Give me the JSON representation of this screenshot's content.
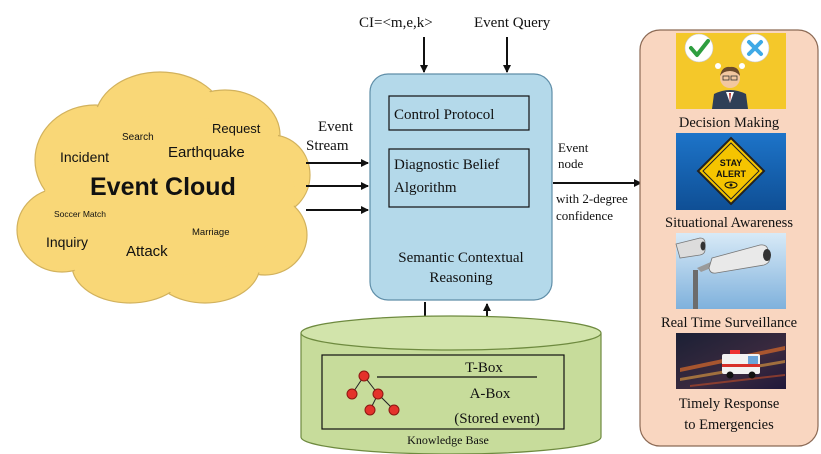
{
  "inputs": {
    "ci_label": "CI=<m,e,k>",
    "query_label": "Event Query"
  },
  "cloud": {
    "title": "Event Cloud",
    "words": {
      "search": "Search",
      "request": "Request",
      "incident": "Incident",
      "earthquake": "Earthquake",
      "soccer": "Soccer Match",
      "marriage": "Marriage",
      "inquiry": "Inquiry",
      "attack": "Attack"
    }
  },
  "stream": {
    "line1": "Event",
    "line2": "Stream"
  },
  "reasoner": {
    "control_protocol": "Control Protocol",
    "dba_line1": "Diagnostic Belief",
    "dba_line2": "Algorithm",
    "footer_line1": "Semantic Contextual",
    "footer_line2": "Reasoning"
  },
  "output": {
    "node_line1": "Event",
    "node_line2": "node",
    "conf_line1": "with 2-degree",
    "conf_line2": "confidence"
  },
  "knowledge_base": {
    "tbox": "T-Box",
    "abox": "A-Box",
    "stored": "(Stored event)",
    "label": "Knowledge Base"
  },
  "applications": {
    "decision": "Decision Making",
    "awareness": "Situational Awareness",
    "surveillance": "Real Time Surveillance",
    "response_line1": "Timely Response",
    "response_line2": "to Emergencies",
    "alert_sign_line1": "STAY",
    "alert_sign_line2": "ALERT"
  },
  "colors": {
    "cloud_fill": "#f9d777",
    "reasoner_fill": "#b4d9ea",
    "db_fill": "#c7dc9b",
    "panel_fill": "#f9d6c0",
    "check_green": "#2e9e3f",
    "cross_blue": "#3fa9e6",
    "tree_node_red": "#e4322b"
  }
}
